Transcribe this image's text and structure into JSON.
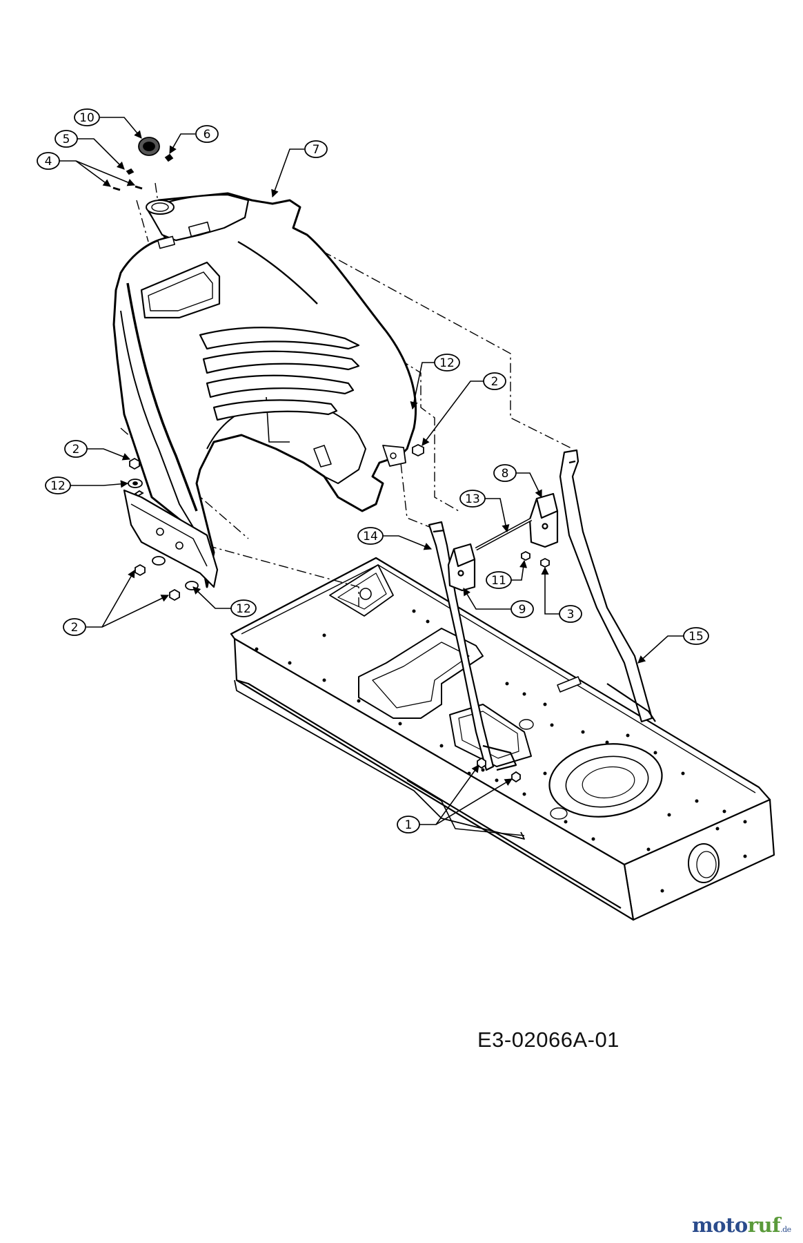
{
  "diagram": {
    "drawing_code": "E3-02066A-01",
    "watermark": {
      "part1": "moto",
      "part2": "ruf",
      "suffix": ".de"
    },
    "callouts": [
      "10",
      "6",
      "5",
      "4",
      "7",
      "12",
      "2",
      "2",
      "12",
      "8",
      "13",
      "14",
      "11",
      "9",
      "3",
      "2",
      "12",
      "15",
      "1"
    ]
  },
  "colors": {
    "line": "#000000",
    "background": "#ffffff",
    "logo_blue": "#2b4c8c",
    "logo_green": "#5a9a3a"
  }
}
